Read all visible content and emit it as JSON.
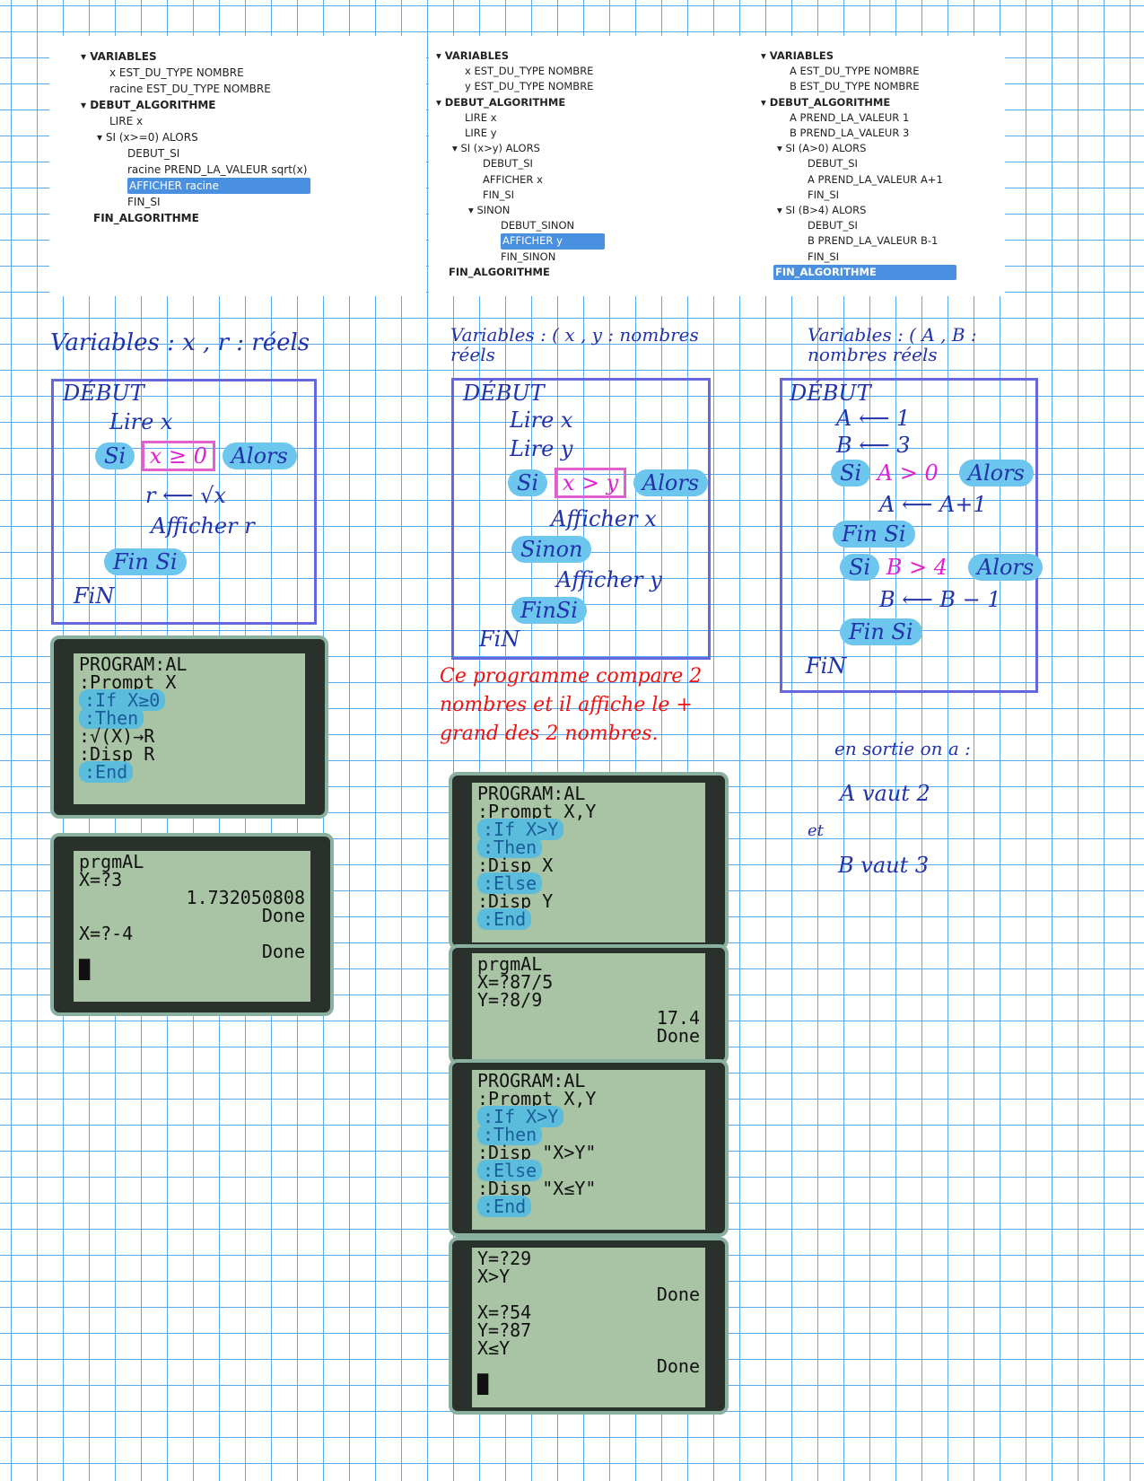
{
  "trees": [
    {
      "lines": [
        "VARIABLES",
        "x EST_DU_TYPE NOMBRE",
        "racine EST_DU_TYPE NOMBRE",
        "DEBUT_ALGORITHME",
        "LIRE x",
        "SI (x>=0) ALORS",
        "DEBUT_SI",
        "racine PREND_LA_VALEUR sqrt(x)",
        "AFFICHER racine",
        "FIN_SI",
        "FIN_ALGORITHME"
      ]
    },
    {
      "lines": [
        "VARIABLES",
        "x EST_DU_TYPE NOMBRE",
        "y EST_DU_TYPE NOMBRE",
        "DEBUT_ALGORITHME",
        "LIRE x",
        "LIRE y",
        "SI (x>y) ALORS",
        "DEBUT_SI",
        "AFFICHER x",
        "FIN_SI",
        "SINON",
        "DEBUT_SINON",
        "AFFICHER y",
        "FIN_SINON",
        "FIN_ALGORITHME"
      ]
    },
    {
      "lines": [
        "VARIABLES",
        "A EST_DU_TYPE NOMBRE",
        "B EST_DU_TYPE NOMBRE",
        "DEBUT_ALGORITHME",
        "A PREND_LA_VALEUR 1",
        "B PREND_LA_VALEUR 3",
        "SI (A>0) ALORS",
        "DEBUT_SI",
        "A PREND_LA_VALEUR A+1",
        "FIN_SI",
        "SI (B>4) ALORS",
        "DEBUT_SI",
        "B PREND_LA_VALEUR B-1",
        "FIN_SI",
        "FIN_ALGORITHME"
      ]
    }
  ],
  "hand": {
    "c1": {
      "vars": "Variables : x , r : réels",
      "debut": "DÉBUT",
      "lire": "Lire x",
      "si": "Si",
      "cond": "x ≥ 0",
      "alors": "Alors",
      "assign": "r ⟵ √x",
      "afficher": "Afficher r",
      "finsi": "Fin Si",
      "fin": "FiN"
    },
    "c2": {
      "vars": "Variables : ( x , y : nombres réels",
      "debut": "DÉBUT",
      "lire1": "Lire x",
      "lire2": "Lire y",
      "si": "Si",
      "cond": "x > y",
      "alors": "Alors",
      "aff1": "Afficher x",
      "sinon": "Sinon",
      "aff2": "Afficher y",
      "finsi": "FinSi",
      "fin": "FiN",
      "note": "Ce programme compare 2 nombres et il affiche le + grand des 2 nombres."
    },
    "c3": {
      "vars": "Variables : ( A , B : nombres réels",
      "debut": "DÉBUT",
      "a1": "A ⟵ 1",
      "b1": "B ⟵ 3",
      "si1": "Si",
      "cond1": "A > 0",
      "alors1": "Alors",
      "a2": "A ⟵ A+1",
      "finsi1": "Fin Si",
      "si2": "Si",
      "cond2": "B > 4",
      "alors2": "Alors",
      "b2": "B ⟵ B − 1",
      "finsi2": "Fin Si",
      "fin": "FiN",
      "out1": "en sortie on a :",
      "out2": "A vaut 2",
      "et": "et",
      "out3": "B vaut 3"
    }
  },
  "calcs": {
    "p1": [
      "PROGRAM:AL",
      ":Prompt X",
      ":If X≥0",
      ":Then",
      ":√(X)→R",
      ":Disp R",
      ":End"
    ],
    "r1": [
      "prgmAL",
      "X=?3",
      "1.732050808",
      "Done",
      "X=?-4",
      "Done",
      "█"
    ],
    "p2": [
      "PROGRAM:AL",
      ":Prompt X,Y",
      ":If X>Y",
      ":Then",
      ":Disp X",
      ":Else",
      ":Disp Y",
      ":End"
    ],
    "r2": [
      "prgmAL",
      "X=?87/5",
      "Y=?8/9",
      "17.4",
      "Done"
    ],
    "p3": [
      "PROGRAM:AL",
      ":Prompt X,Y",
      ":If X>Y",
      ":Then",
      ":Disp \"X>Y\"",
      ":Else",
      ":Disp \"X≤Y\"",
      ":End"
    ],
    "r3": [
      "Y=?29",
      "X>Y",
      "Done",
      "X=?54",
      "Y=?87",
      "X≤Y",
      "Done",
      "█"
    ]
  }
}
